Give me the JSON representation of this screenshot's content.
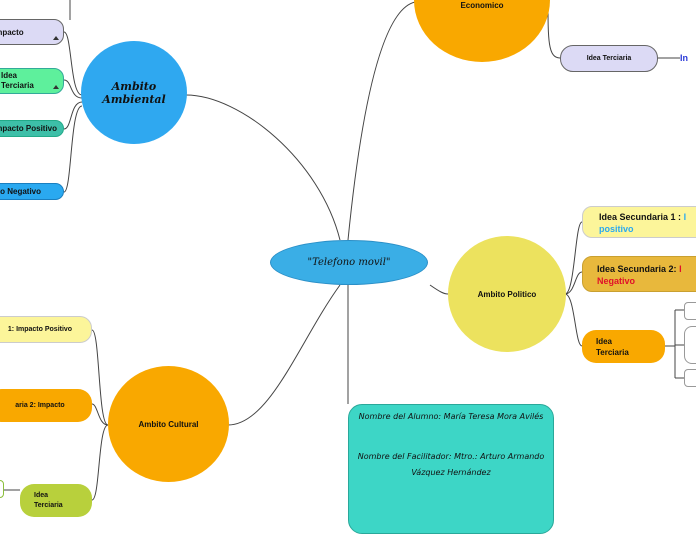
{
  "central": {
    "label": "\"Telefono movil\""
  },
  "ambiental": {
    "label": "Ambito Ambiental",
    "items": [
      {
        "label": "Impacto"
      },
      {
        "label": "Idea Terciaria"
      },
      {
        "label": "Impacto Positivo"
      },
      {
        "label": "cto Negativo"
      }
    ]
  },
  "economico": {
    "label": "Economico",
    "tertiary": {
      "label": "Idea Terciaria",
      "child": "In"
    }
  },
  "politico": {
    "label": "Ambito Politico",
    "secondary1": {
      "prefix": "Idea Secundaria 1 :",
      "suffix": "I",
      "line2": "positivo"
    },
    "secondary2": {
      "prefix": "Idea Secundaria 2:",
      "suffix": "I",
      "line2": "Negativo"
    },
    "tertiary": {
      "label": "Idea Terciaria"
    }
  },
  "cultural": {
    "label": "Ambito Cultural",
    "items": [
      {
        "label": "1: Impacto Positivo"
      },
      {
        "label": "aria 2: Impacto"
      },
      {
        "label": "Idea Terciaria"
      }
    ]
  },
  "note": {
    "alumno": "Nombre del Alumno: María Teresa Mora Avilés",
    "facilitador": "Nombre del Facilitador: Mtro.: Arturo Armando Vázquez Hernández"
  },
  "colors": {
    "central": "#3aaee6",
    "ambiental": "#2fa8f0",
    "economico": "#f9a800",
    "politico": "#ece25e",
    "cultural": "#f9a800",
    "note": "#3dd6c6"
  }
}
